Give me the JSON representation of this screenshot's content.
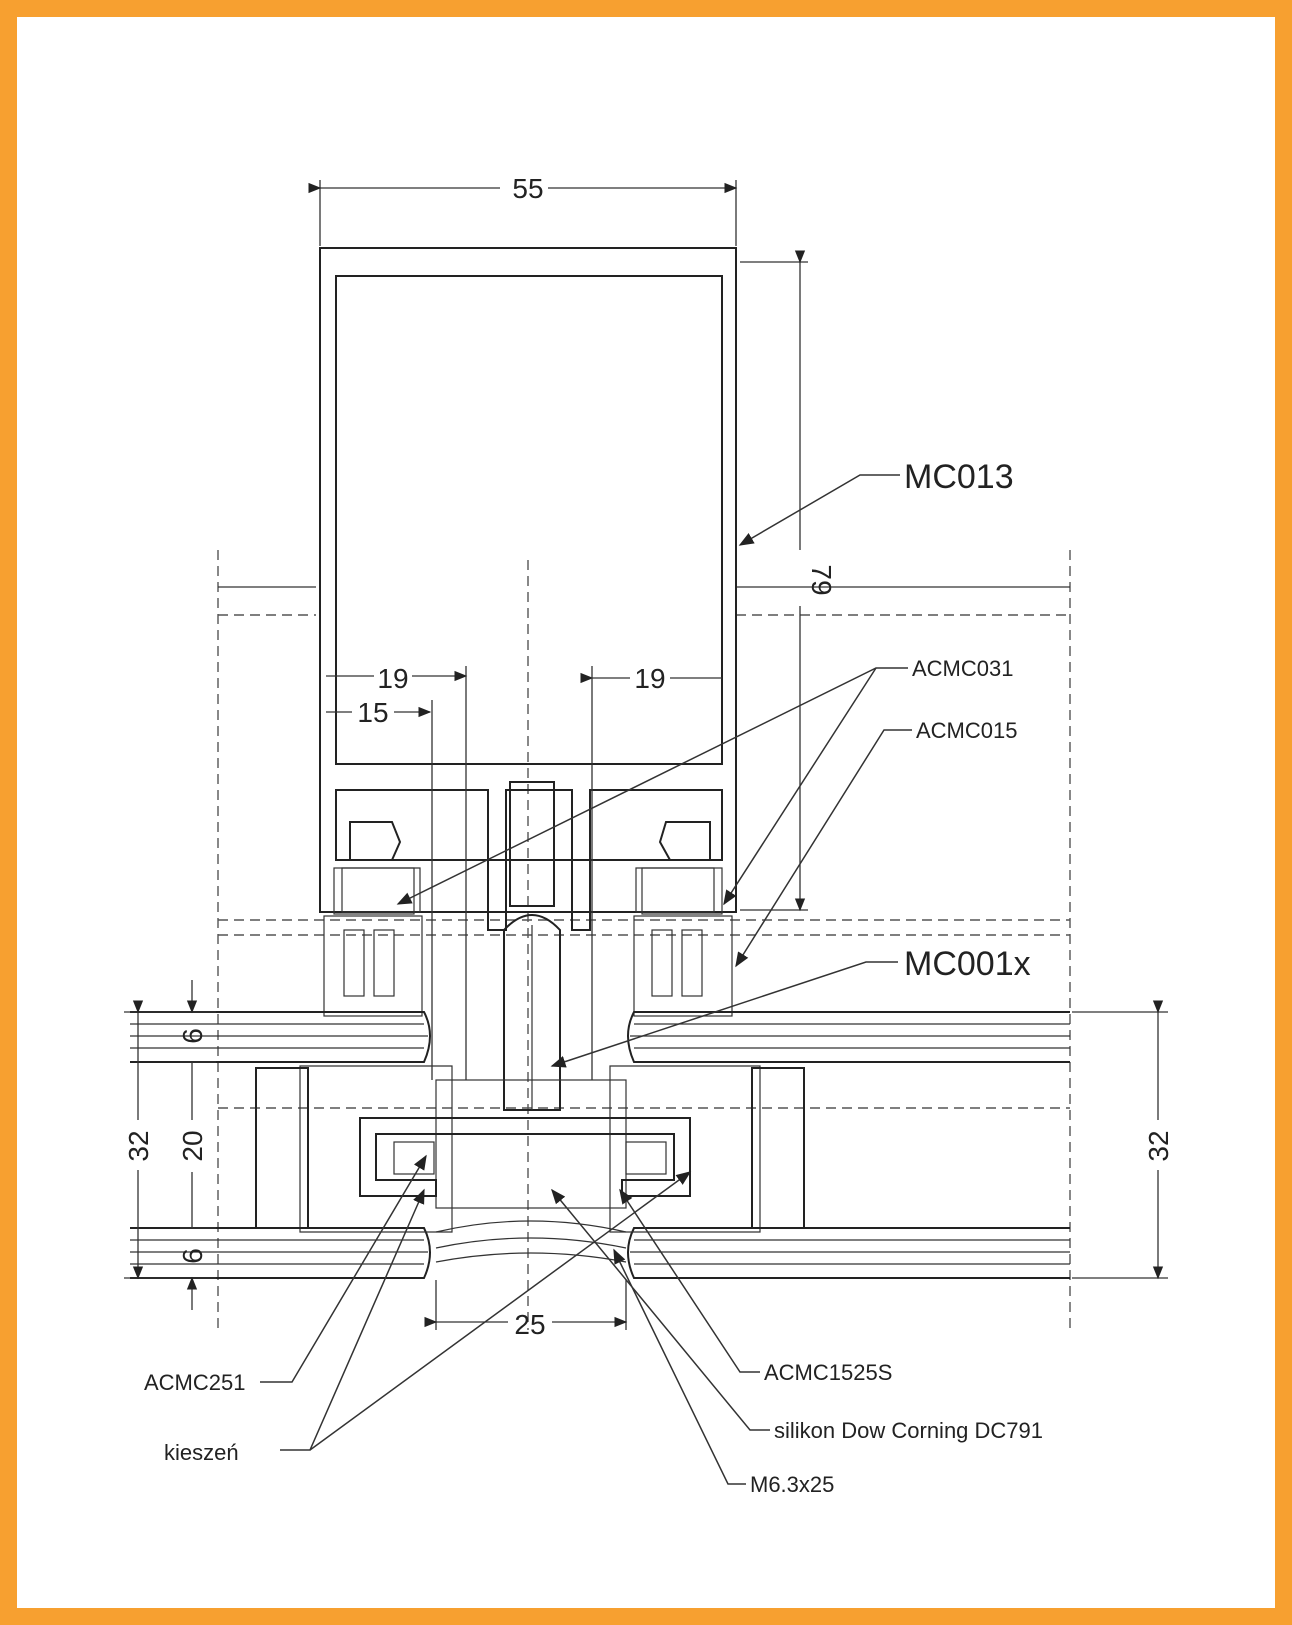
{
  "colors": {
    "frame": "#f7a030",
    "line": "#222222"
  },
  "dimensions": {
    "width_top": "55",
    "height_right": "79",
    "left_19": "19",
    "left_15": "15",
    "right_19": "19",
    "left_32": "32",
    "right_32": "32",
    "left_6_top": "6",
    "left_20": "20",
    "left_6_bottom": "6",
    "bottom_25": "25"
  },
  "labels": {
    "mc013": "MC013",
    "acmc031": "ACMC031",
    "acmc015": "ACMC015",
    "mc001x": "MC001x",
    "acmc251": "ACMC251",
    "kieszen": "kieszeń",
    "acmc1525s": "ACMC1525S",
    "silikon": "silikon Dow Corning DC791",
    "screw": "M6.3x25"
  }
}
